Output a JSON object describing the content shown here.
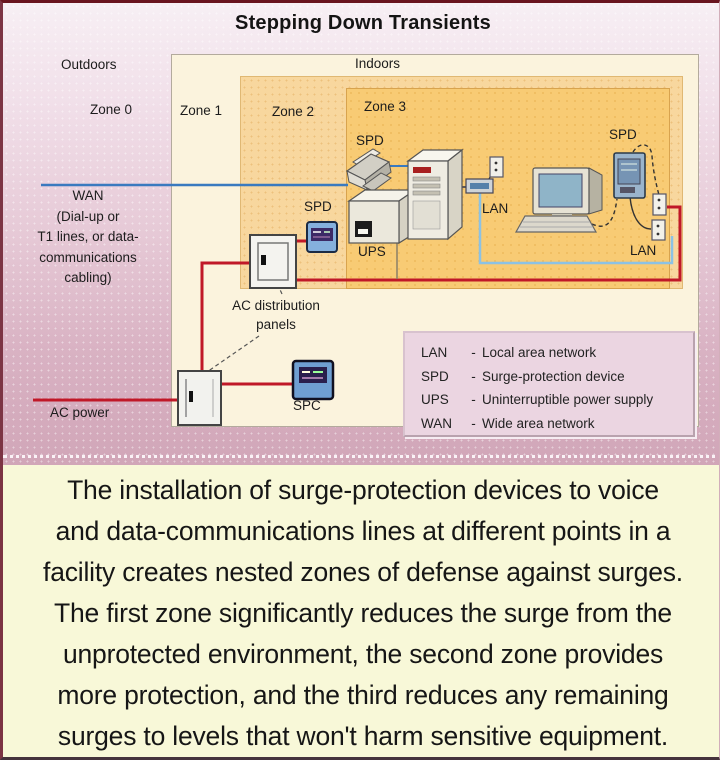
{
  "title": "Stepping Down Transients",
  "diagram": {
    "areas": {
      "outdoors": "Outdoors",
      "indoors": "Indoors"
    },
    "zones": [
      "Zone 0",
      "Zone 1",
      "Zone 2",
      "Zone 3"
    ],
    "labels": {
      "wan_lines": [
        "WAN",
        "(Dial-up or",
        "T1 lines, or data-",
        "communications",
        "cabling)"
      ],
      "spd": "SPD",
      "ups": "UPS",
      "lan": "LAN",
      "spc": "SPC",
      "ac_distribution_line1": "AC distribution",
      "ac_distribution_line2": "panels",
      "ac_power": "AC power"
    },
    "legend": [
      {
        "abbr": "LAN",
        "sep": "-",
        "definition": "Local area network"
      },
      {
        "abbr": "SPD",
        "sep": "-",
        "definition": "Surge-protection device"
      },
      {
        "abbr": "UPS",
        "sep": "-",
        "definition": "Uninterruptible power supply"
      },
      {
        "abbr": "WAN",
        "sep": "-",
        "definition": "Wide area network"
      }
    ],
    "colors": {
      "wan_line": "#3a7abf",
      "lan_line": "#8cc2e4",
      "power_line": "#c01828",
      "zone2_fill": "#f8d79e",
      "zone3_fill": "#f8cb74",
      "indoor_fill": "#fbf3dd",
      "legend_fill": "#ebd5e1",
      "caption_bg": "#f8f8d8"
    }
  },
  "caption": {
    "lines": [
      "The installation of surge-protection devices to voice",
      "and data-communications lines at different points in a",
      "facility creates nested zones of defense against surges.",
      "The first zone significantly reduces the surge from the",
      "unprotected environment, the second zone provides",
      "more protection, and the third reduces any remaining",
      "surges to levels that won't harm sensitive equipment."
    ]
  }
}
